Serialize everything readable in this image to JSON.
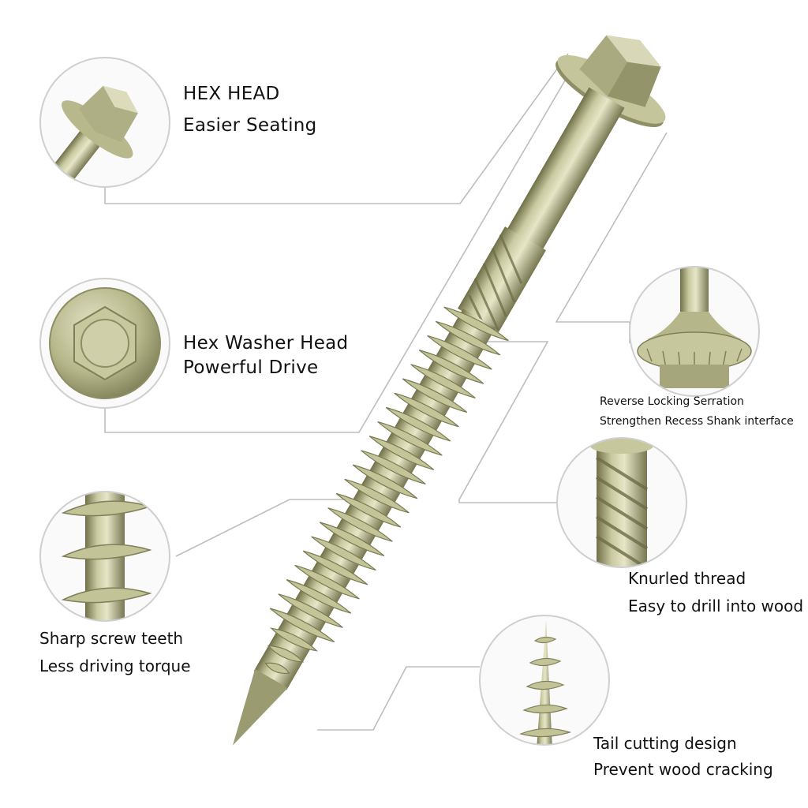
{
  "callouts": {
    "hex_head": {
      "title": "HEX HEAD",
      "subtitle": "Easier Seating"
    },
    "hex_washer_head": {
      "title": "Hex Washer Head",
      "subtitle": "Powerful Drive"
    },
    "sharp_teeth": {
      "title": "Sharp screw teeth",
      "subtitle": "Less driving torque"
    },
    "serration": {
      "title": "Reverse Locking Serration",
      "subtitle": "Strengthen Recess Shank interface"
    },
    "knurled": {
      "title": "Knurled thread",
      "subtitle": "Easy to drill into wood"
    },
    "tail": {
      "title": "Tail cutting design",
      "subtitle": "Prevent wood cracking"
    }
  },
  "colors": {
    "metal": "#b6b78a",
    "metal_dark": "#7f8058",
    "metal_light": "#e2e2c4",
    "line": "#bdbdbd",
    "ring": "#cfcfcf"
  }
}
